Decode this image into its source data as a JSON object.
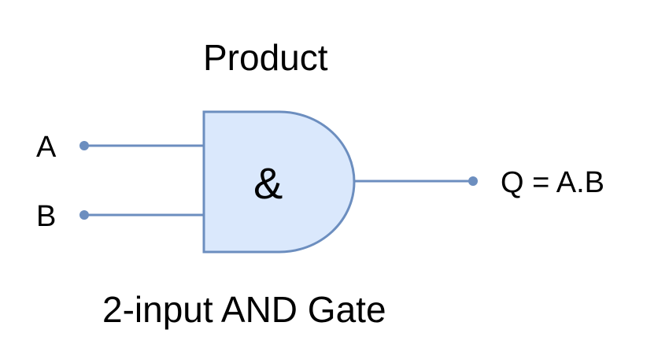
{
  "title": "Product",
  "gate_symbol": "&",
  "inputs": [
    "A",
    "B"
  ],
  "output": "Q = A.B",
  "caption": "2-input AND Gate",
  "colors": {
    "stroke": "#6c8ebf",
    "fill": "#dae8fc"
  }
}
